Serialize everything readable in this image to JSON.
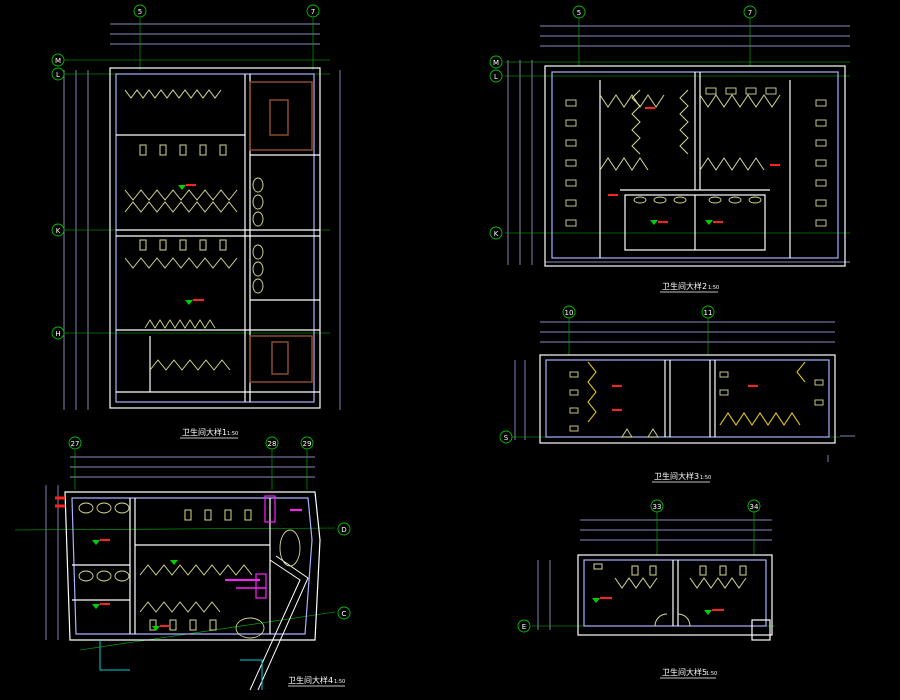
{
  "colors": {
    "background": "#000000",
    "wall": "#ffffff",
    "dimension": "#b8b8ff",
    "grid_axis": "#00c000",
    "fixture": "#d8d890",
    "wood": "#8a4a2a",
    "note_red": "#ff2020",
    "elevation_green": "#00d000",
    "magenta": "#ff20ff",
    "cyan": "#00d0d0"
  },
  "drawings": [
    {
      "id": "plan1",
      "title": "卫生间大样1",
      "scale": "1:50",
      "axis_labels": [
        "5",
        "7",
        "M",
        "L",
        "K",
        "H"
      ]
    },
    {
      "id": "plan2",
      "title": "卫生间大样2",
      "scale": "1:50",
      "axis_labels": [
        "5",
        "7",
        "M",
        "L",
        "K"
      ]
    },
    {
      "id": "plan3",
      "title": "卫生间大样3",
      "scale": "1:50",
      "axis_labels": [
        "10",
        "11",
        "S"
      ]
    },
    {
      "id": "plan4",
      "title": "卫生间大样4",
      "scale": "1:50",
      "axis_labels": [
        "27",
        "28",
        "29",
        "D",
        "C"
      ]
    },
    {
      "id": "plan5",
      "title": "卫生间大样5",
      "scale": "1:50",
      "axis_labels": [
        "33",
        "34",
        "E"
      ]
    }
  ]
}
